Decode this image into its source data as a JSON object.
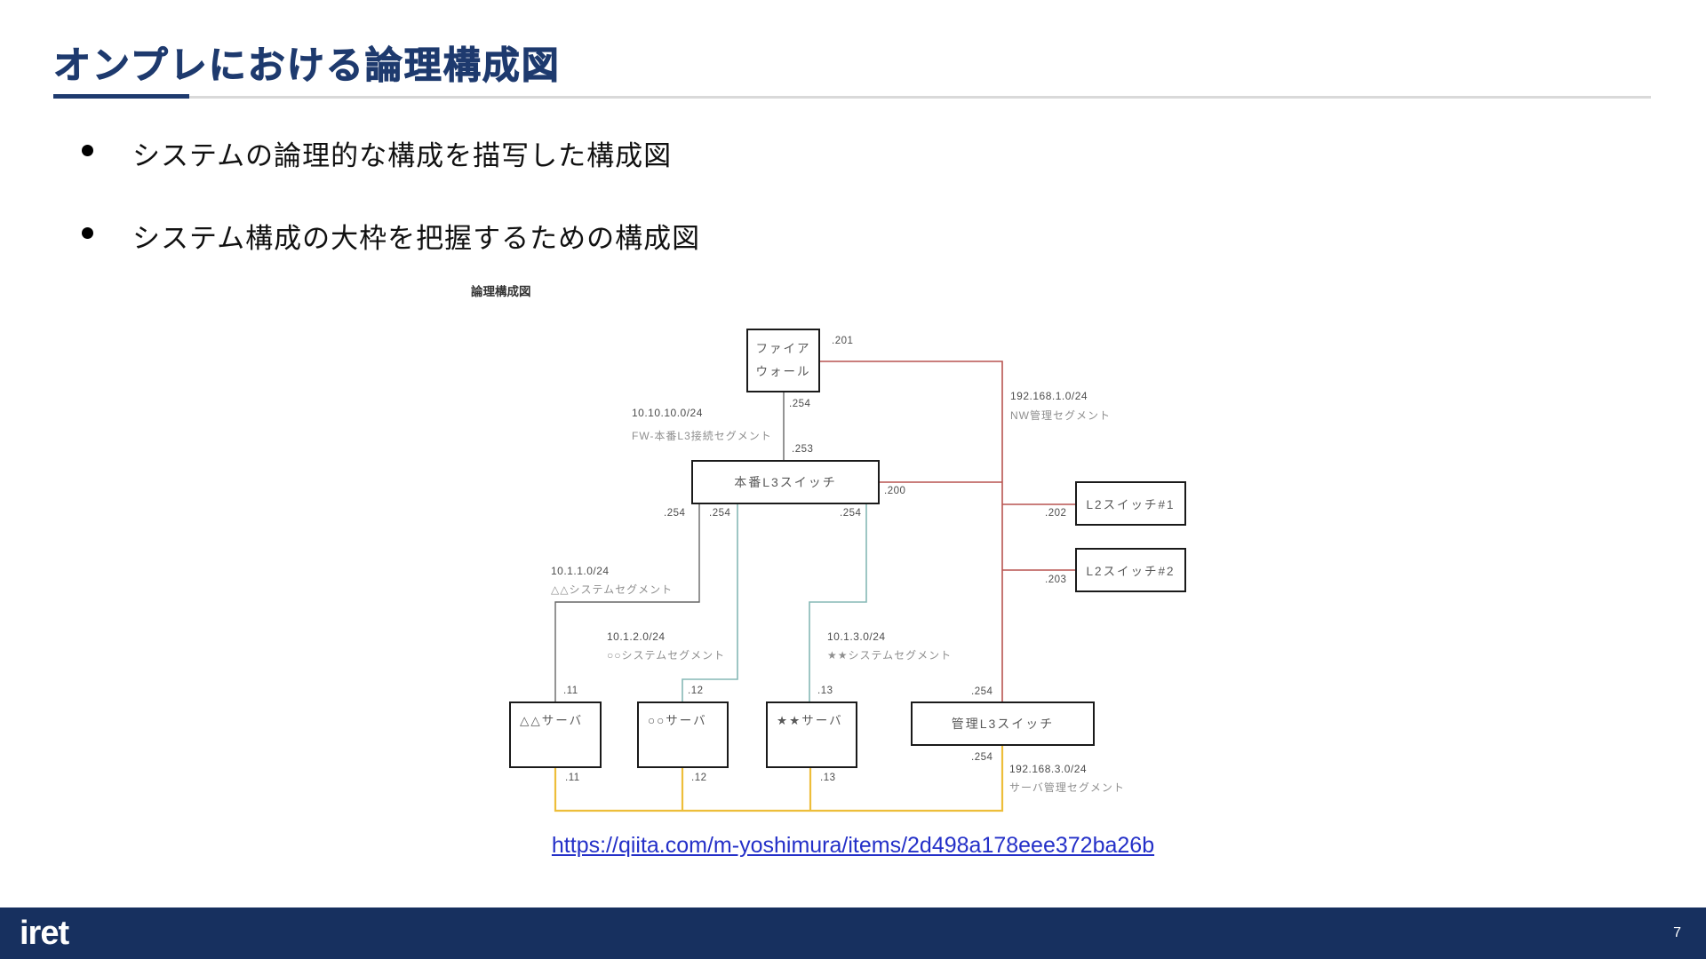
{
  "header": {
    "title": "オンプレにおける論理構成図"
  },
  "bullets": [
    "システムの論理的な構成を描写した構成図",
    "システム構成の大枠を把握するための構成図"
  ],
  "diagram": {
    "caption": "論理構成図",
    "nodes": {
      "firewall_line1": "ファイア",
      "firewall_line2": "ウォール",
      "prod_l3": "本番L3スイッチ",
      "l2_1": "L2スイッチ#1",
      "l2_2": "L2スイッチ#2",
      "server_a": "△△サーバ",
      "server_b": "○○サーバ",
      "server_c": "★★サーバ",
      "mgmt_l3": "管理L3スイッチ"
    },
    "segments": {
      "nw_mgmt": {
        "cidr": "192.168.1.0/24",
        "name": "NW管理セグメント"
      },
      "fw_l3": {
        "cidr": "10.10.10.0/24",
        "name": "FW-本番L3接続セグメント"
      },
      "sys_a": {
        "cidr": "10.1.1.0/24",
        "name": "△△システムセグメント"
      },
      "sys_b": {
        "cidr": "10.1.2.0/24",
        "name": "○○システムセグメント"
      },
      "sys_c": {
        "cidr": "10.1.3.0/24",
        "name": "★★システムセグメント"
      },
      "srv_mgmt": {
        "cidr": "192.168.3.0/24",
        "name": "サーバ管理セグメント"
      }
    },
    "ports": {
      "fw_wan": ".201",
      "fw_down": ".254",
      "l3_up": ".253",
      "l3_mgmt": ".200",
      "l2_1": ".202",
      "l2_2": ".203",
      "l3_down_a": ".254",
      "l3_down_b": ".254",
      "l3_down_c": ".254",
      "srv_a_up": ".11",
      "srv_b_up": ".12",
      "srv_c_up": ".13",
      "srv_a_dn": ".11",
      "srv_b_dn": ".12",
      "srv_c_dn": ".13",
      "mgmt_up": ".254",
      "mgmt_dn": ".254"
    },
    "colors": {
      "line_red": "#b85450",
      "line_teal": "#85b8b6",
      "line_yellow": "#edbe3a",
      "line_gray": "#666666"
    }
  },
  "link": {
    "text": "https://qiita.com/m-yoshimura/items/2d498a178eee372ba26b"
  },
  "footer": {
    "logo": "iret",
    "page": "7",
    "bar_color": "#17305f",
    "accent_navy": "#1e3a6e"
  }
}
